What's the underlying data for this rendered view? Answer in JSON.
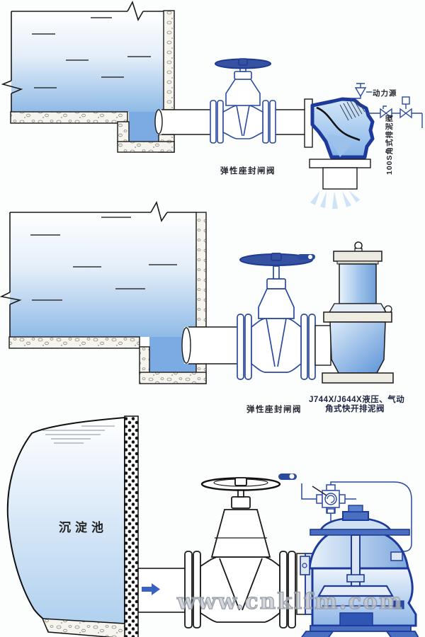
{
  "diagram_top": {
    "gate_valve_label": "弹性座封闸阀",
    "power_source_label": "动力源",
    "angle_valve_label": "100S角式排泥阀"
  },
  "diagram_middle": {
    "gate_valve_label": "弹性座封闸阀",
    "valve_model_label_line1": "J744X/J644X液压、气动",
    "valve_model_label_line2": "角式快开排泥阀"
  },
  "diagram_bottom": {
    "pool_label": "沉淀池",
    "watermark": "www.cnklfm.com"
  },
  "colors": {
    "valve_outline_blue": "#2a4a9f",
    "valve_body_navy": "#1d3a9b",
    "water_deep_blue": "#8fbae6",
    "sump_water_blue": "#7babe2",
    "diagram_line_black": "#1a1a1a",
    "watermark_gray": "#a8adb5"
  },
  "icons": {
    "power_actuator": "funnel-icon",
    "shutoff_valve": "bowtie-valve-icon",
    "actuated_shutoff_valve": "bowtie-valve-box-icon",
    "flow_direction": "right-arrow-icon",
    "pilot_control": "cross-pilot-valve-icon"
  }
}
